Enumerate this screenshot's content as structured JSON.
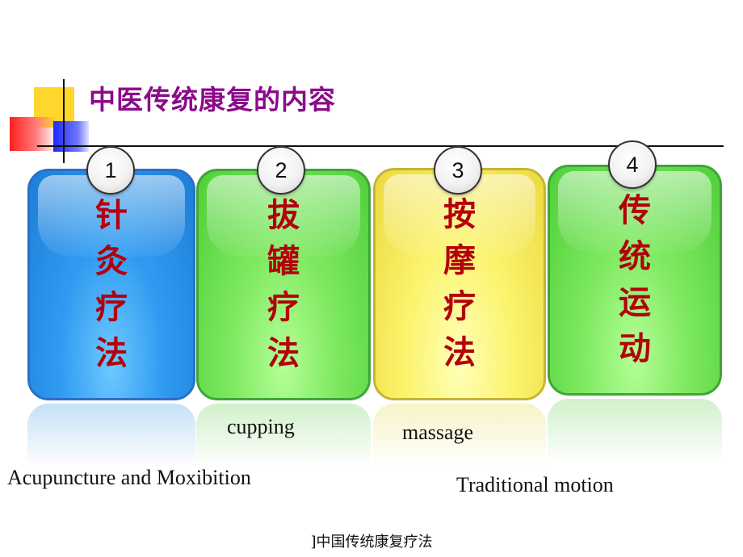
{
  "slide": {
    "title": "中医传统康复的内容",
    "footer": "]中国传统康复疗法"
  },
  "items": [
    {
      "number": "1",
      "label": "针灸疗法",
      "english": "Acupuncture and Moxibition",
      "color": "#2f9bf0"
    },
    {
      "number": "2",
      "label": "拔罐疗法",
      "english": "cupping",
      "color": "#7de85f"
    },
    {
      "number": "3",
      "label": "按摩疗法",
      "english": "massage",
      "color": "#fbf46e"
    },
    {
      "number": "4",
      "label": "传统运动",
      "english": "Traditional motion",
      "color": "#7de85f"
    }
  ],
  "colors": {
    "title": "#8b0a8b",
    "card_text": "#b3000c"
  }
}
